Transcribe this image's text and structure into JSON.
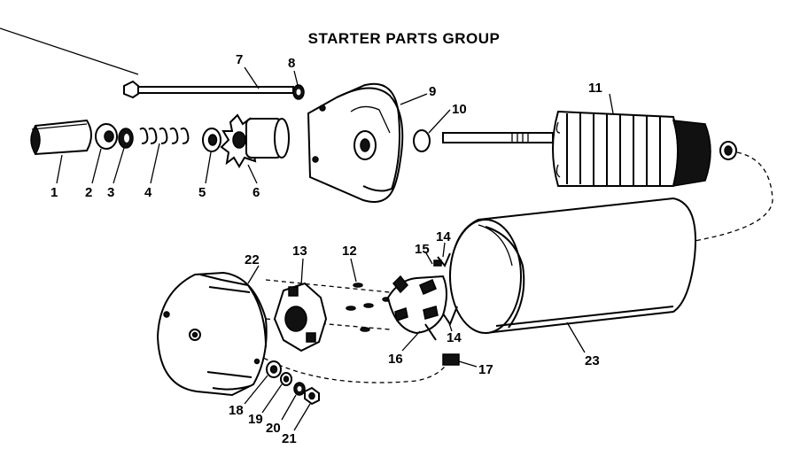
{
  "title": "STARTER PARTS GROUP",
  "callouts": {
    "p1": "1",
    "p2": "2",
    "p3": "3",
    "p4": "4",
    "p5": "5",
    "p6": "6",
    "p7": "7",
    "p8": "8",
    "p9": "9",
    "p10": "10",
    "p11": "11",
    "p12": "12",
    "p13": "13",
    "p14a": "14",
    "p14b": "14",
    "p15": "15",
    "p16": "16",
    "p17": "17",
    "p18": "18",
    "p19": "19",
    "p20": "20",
    "p21": "21",
    "p22": "22",
    "p23": "23"
  }
}
